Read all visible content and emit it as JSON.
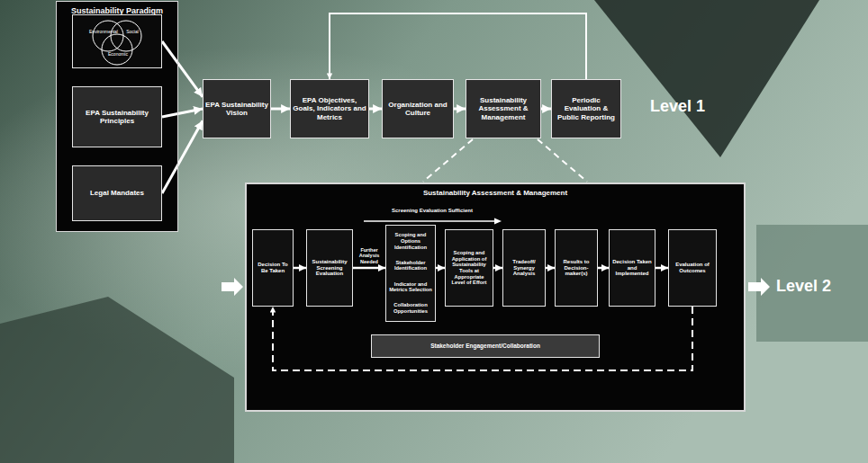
{
  "diagram": {
    "nodes": [
      {
        "text": [
          "Sustainability Paradigm"
        ]
      },
      {
        "text": [
          "Environmental",
          "Social",
          "Economic"
        ],
        "in": 0
      },
      {
        "text": [
          "EPA Sustainability Principles"
        ],
        "in": 0
      },
      {
        "text": [
          "Legal Mandates"
        ],
        "in": 0
      },
      {
        "text": [
          "EPA Sustainability Vision"
        ]
      },
      {
        "text": [
          "EPA Objectives, Goals, Indicators and Metrics"
        ]
      },
      {
        "text": [
          "Organization and Culture"
        ]
      },
      {
        "text": [
          "Sustainability Assessment & Management"
        ]
      },
      {
        "text": [
          "Periodic Evaluation & Public Reporting"
        ]
      },
      {
        "text": [
          "Sustainability Assessment & Management"
        ]
      },
      {
        "text": [
          "Decision To Be Taken"
        ],
        "in": 9
      },
      {
        "text": [
          "Sustainability Screening Evaluation"
        ],
        "in": 9
      },
      {
        "text": [
          "Scoping and Options Identification",
          "Stakeholder Identification",
          "Indicator and Metrics Selection",
          "Collaboration Opportunities"
        ],
        "in": 9
      },
      {
        "text": [
          "Scoping and Application of Sustainability Tools at Appropriate Level of Effort"
        ],
        "in": 9
      },
      {
        "text": [
          "Tradeoff/ Synergy Analysis"
        ],
        "in": 9
      },
      {
        "text": [
          "Results to Decision-maker(s)"
        ],
        "in": 9
      },
      {
        "text": [
          "Decision Taken and Implemented"
        ],
        "in": 9
      },
      {
        "text": [
          "Evaluation of Outcomes"
        ],
        "in": 9
      },
      {
        "text": [
          "Stakeholder Engagement/Collaboration"
        ],
        "in": 9
      }
    ],
    "edges": [
      {
        "from": 1,
        "to": 4,
        "arrow": "to"
      },
      {
        "from": 2,
        "to": 4,
        "arrow": "to"
      },
      {
        "from": 3,
        "to": 4,
        "arrow": "to"
      },
      {
        "from": 4,
        "to": 5,
        "arrow": "to"
      },
      {
        "from": 5,
        "to": 6,
        "arrow": "to"
      },
      {
        "from": 6,
        "to": 7,
        "arrow": "to"
      },
      {
        "from": 7,
        "to": 8,
        "arrow": "to"
      },
      {
        "from": 8,
        "to": 5,
        "arrow": "to"
      },
      {
        "from": 10,
        "to": 11,
        "arrow": "to"
      },
      {
        "from": 11,
        "to": 12,
        "label": "Further Analysis Needed",
        "arrow": "to"
      },
      {
        "from": 12,
        "to": 13,
        "arrow": "to"
      },
      {
        "from": 13,
        "to": 14,
        "arrow": "to"
      },
      {
        "from": 14,
        "to": 15,
        "arrow": "to"
      },
      {
        "from": 15,
        "to": 16,
        "arrow": "to"
      },
      {
        "from": 16,
        "to": 17,
        "arrow": "to"
      },
      {
        "from": 17,
        "to": 10,
        "arrow": "to"
      }
    ],
    "labels": [
      "Level 1",
      "Screening Evaluation Sufficient",
      "Level 2"
    ]
  }
}
